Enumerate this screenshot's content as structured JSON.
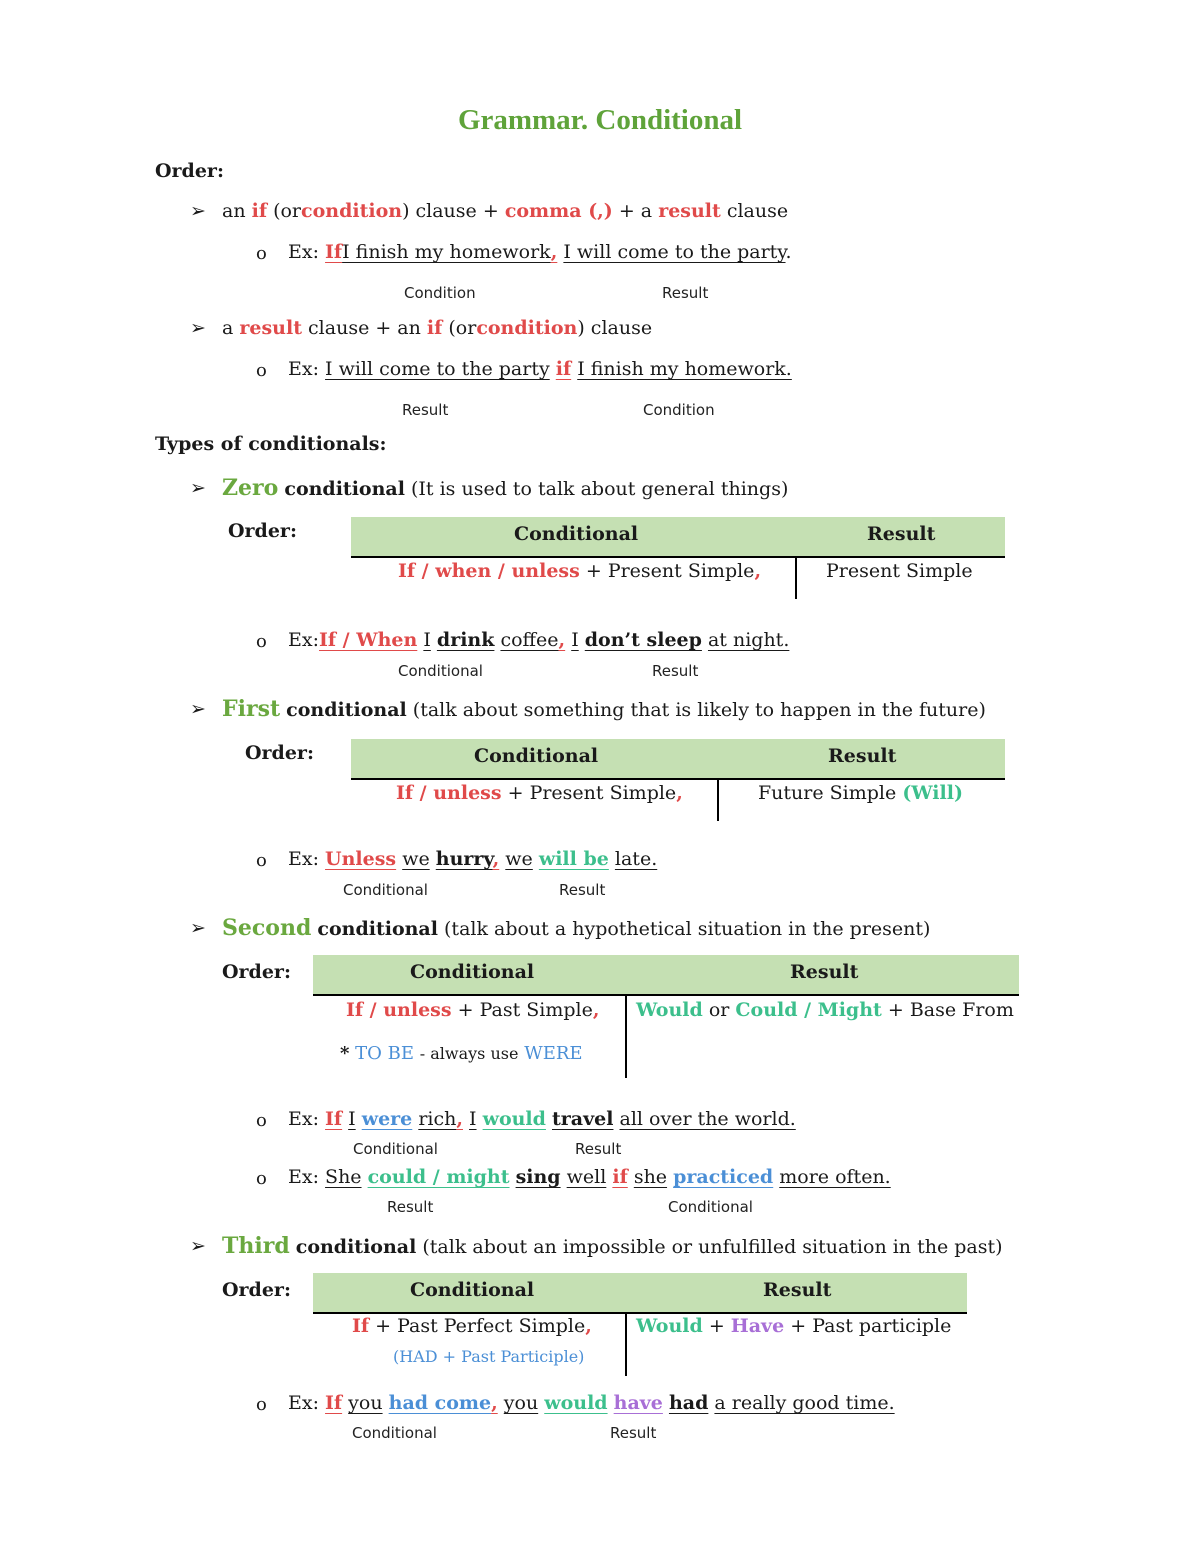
{
  "title": "Grammar. Conditional",
  "order_label": "Order:",
  "order": {
    "rule1": {
      "an": "an",
      "if": "if",
      "or_open": "(or",
      "condition": "condition",
      "clause_plus": ") clause +",
      "comma": "comma (,)",
      "plus_a": "+ a",
      "result": "result",
      "clause": "clause"
    },
    "ex1": {
      "ex": "Ex:",
      "if": "If",
      "cond": "I finish my homework",
      "comma": ",",
      "res": "I will come to the party",
      "period": ".",
      "label_condition": "Condition",
      "label_result": "Result"
    },
    "rule2": {
      "a": "a",
      "result": "result",
      "clause_plus_an": "clause + an",
      "if": "if",
      "or_open": "(or",
      "condition": "condition",
      "clause": ") clause"
    },
    "ex2": {
      "ex": "Ex:",
      "res": "I will come to the party",
      "if": "if",
      "cond": "I finish my homework.",
      "label_result": "Result",
      "label_condition": "Condition"
    }
  },
  "types_label": "Types of conditionals:",
  "zero": {
    "name": "Zero",
    "conditional": "conditional",
    "desc": "(It is used to talk about general things)",
    "order": "Order:",
    "col_conditional": "Conditional",
    "col_result": "Result",
    "cond_red": "If / when / unless",
    "cond_rest": "+ Present Simple",
    "cond_comma": ",",
    "result": "Present Simple",
    "ex": {
      "ex": "Ex:",
      "if_when": "If / When",
      "i": "I",
      "drink": "drink",
      "coffee": "coffee",
      "comma": ",",
      "i2": "I",
      "dont_sleep": "don’t sleep",
      "at_night": "at night.",
      "label_conditional": "Conditional",
      "label_result": "Result"
    }
  },
  "first": {
    "name": "First",
    "conditional": "conditional",
    "desc": "(talk about something that is likely to happen in the future)",
    "order": "Order:",
    "col_conditional": "Conditional",
    "col_result": "Result",
    "cond_red": "If / unless",
    "cond_rest": "+ Present Simple",
    "cond_comma": ",",
    "result": "Future Simple",
    "result_will": "(Will)",
    "ex": {
      "ex": "Ex:",
      "unless": "Unless",
      "we": "we",
      "hurry": "hurry",
      "comma": ",",
      "we2": "we",
      "will_be": "will be",
      "late": "late.",
      "label_conditional": "Conditional",
      "label_result": "Result"
    }
  },
  "second": {
    "name": "Second",
    "conditional": "conditional",
    "desc": "(talk about a hypothetical situation in the present)",
    "order": "Order:",
    "col_conditional": "Conditional",
    "col_result": "Result",
    "cond_red": "If / unless",
    "cond_rest": "+ Past Simple",
    "cond_comma": ",",
    "note_star": "*",
    "note_to_be": "TO BE",
    "note_mid": "- always use",
    "note_were": "WERE",
    "res_would": "Would",
    "res_or": "or",
    "res_could": "Could / Might",
    "res_rest": "+ Base From",
    "ex1": {
      "ex": "Ex:",
      "if": "If",
      "i": "I",
      "were": "were",
      "rich": "rich",
      "comma": ",",
      "i2": "I",
      "would": "would",
      "travel": "travel",
      "rest": "all over the world.",
      "label_conditional": "Conditional",
      "label_result": "Result"
    },
    "ex2": {
      "ex": "Ex:",
      "she": "She",
      "could": "could / might",
      "sing": "sing",
      "well": "well",
      "if": "if",
      "she2": "she",
      "practiced": "practiced",
      "rest": "more often.",
      "label_result": "Result",
      "label_conditional": "Conditional"
    }
  },
  "third": {
    "name": "Third",
    "conditional": "conditional",
    "desc": "(talk about an impossible or unfulfilled situation in the past)",
    "order": "Order:",
    "col_conditional": "Conditional",
    "col_result": "Result",
    "cond_red": "If",
    "cond_rest": "+ Past Perfect Simple",
    "cond_comma": ",",
    "note": "(HAD + Past Participle)",
    "res_would": "Would",
    "res_plus": "+",
    "res_have": "Have",
    "res_rest": "+ Past participle",
    "ex": {
      "ex": "Ex:",
      "if": "If",
      "you": "you",
      "had_come": "had come",
      "comma": ",",
      "you2": "you",
      "would": "would",
      "have": "have",
      "had": "had",
      "rest": "a really good time.",
      "label_conditional": "Conditional",
      "label_result": "Result"
    }
  },
  "colors": {
    "title_green": "#5fa33a",
    "red": "#e04a4a",
    "green": "#6aa83f",
    "teal": "#3cbf8c",
    "blue": "#4b8fd6",
    "purple": "#a86fd6",
    "table_header": "#c5e0b3"
  }
}
